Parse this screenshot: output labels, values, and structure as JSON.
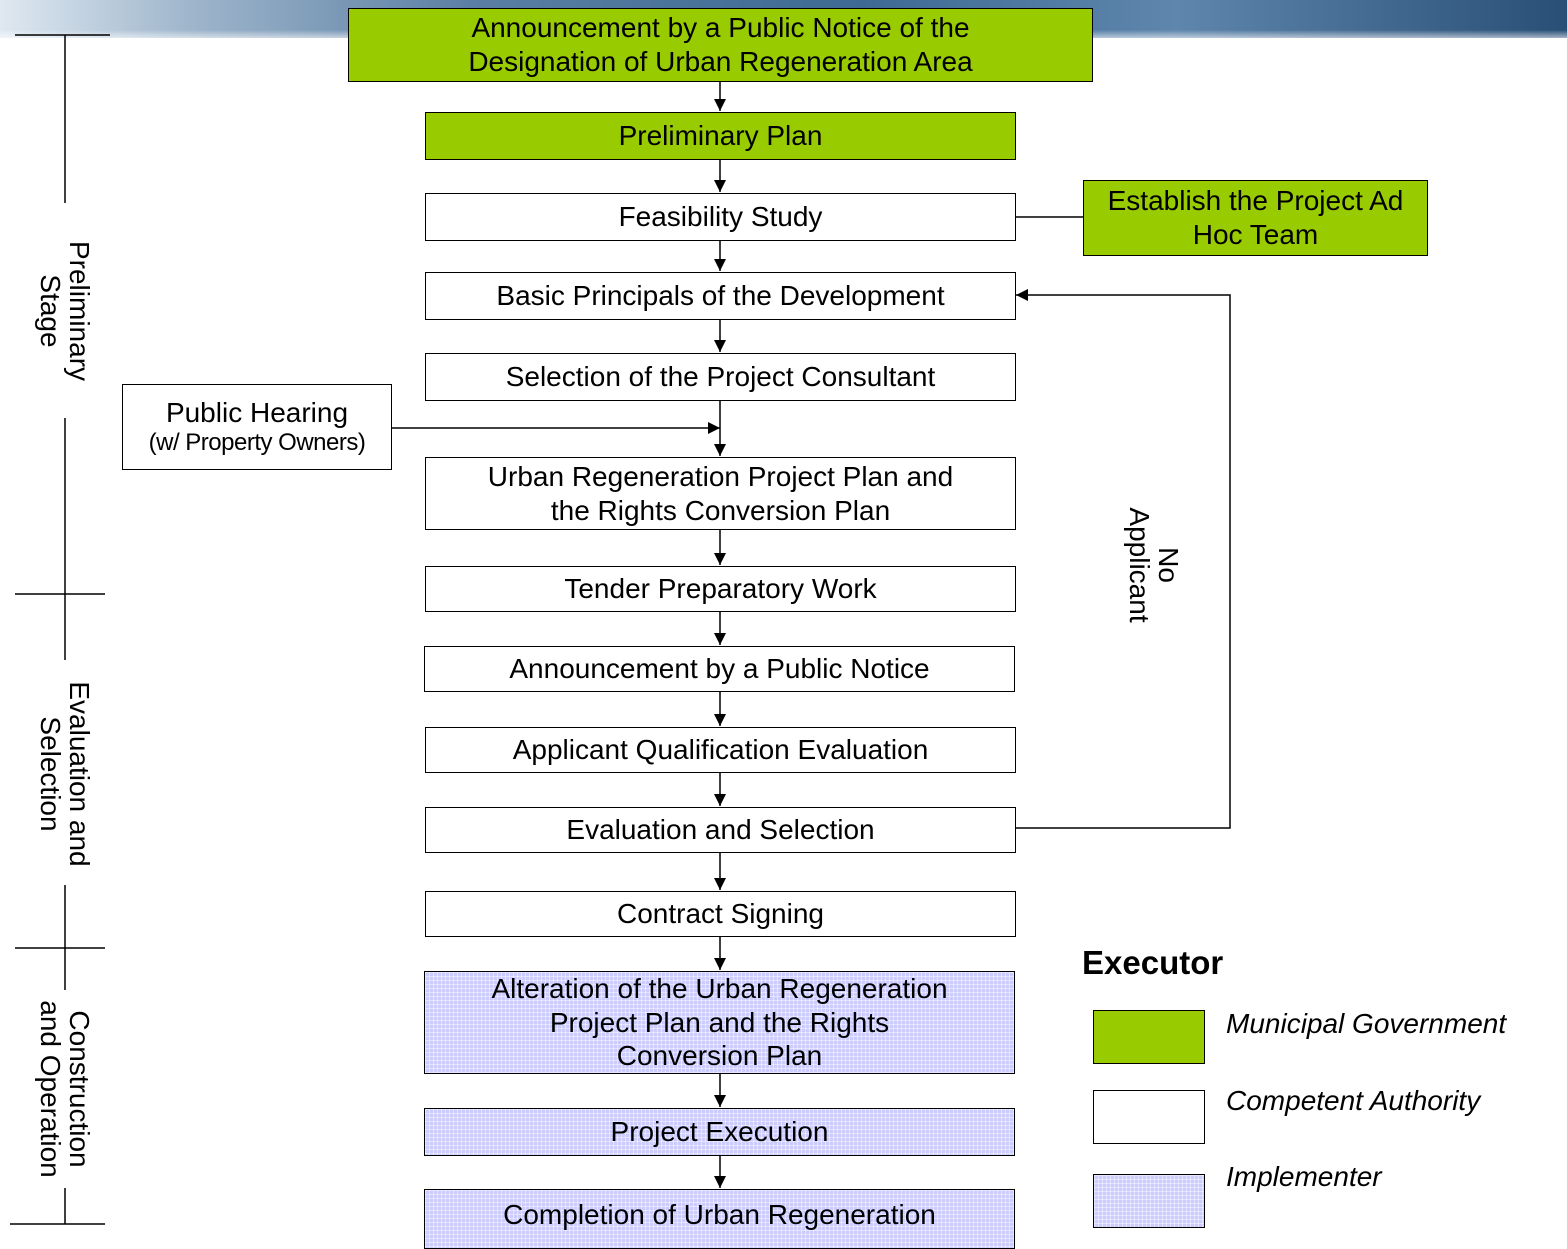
{
  "steps": [
    {
      "id": "announcement_designation",
      "lines": [
        "Announcement by a Public Notice of the",
        "Designation of Urban Regeneration Area"
      ],
      "executor": "municipal"
    },
    {
      "id": "preliminary_plan",
      "lines": [
        "Preliminary Plan"
      ],
      "executor": "municipal"
    },
    {
      "id": "feasibility_study",
      "lines": [
        "Feasibility Study"
      ],
      "executor": "competent"
    },
    {
      "id": "basic_principals",
      "lines": [
        "Basic Principals of the Development"
      ],
      "executor": "competent"
    },
    {
      "id": "selection_consultant",
      "lines": [
        "Selection of the Project Consultant"
      ],
      "executor": "competent"
    },
    {
      "id": "project_plan",
      "lines": [
        "Urban Regeneration Project Plan and",
        "the Rights Conversion Plan"
      ],
      "executor": "competent"
    },
    {
      "id": "tender_work",
      "lines": [
        "Tender Preparatory Work"
      ],
      "executor": "competent"
    },
    {
      "id": "announcement_notice",
      "lines": [
        "Announcement by a Public Notice"
      ],
      "executor": "competent"
    },
    {
      "id": "qualification",
      "lines": [
        "Applicant Qualification Evaluation"
      ],
      "executor": "competent"
    },
    {
      "id": "evaluation_selection",
      "lines": [
        "Evaluation and Selection"
      ],
      "executor": "competent"
    },
    {
      "id": "contract_signing",
      "lines": [
        "Contract Signing"
      ],
      "executor": "competent"
    },
    {
      "id": "alteration",
      "lines": [
        "Alteration of the Urban Regeneration",
        "Project Plan and the Rights",
        "Conversion Plan"
      ],
      "executor": "implementer"
    },
    {
      "id": "project_execution",
      "lines": [
        "Project Execution"
      ],
      "executor": "implementer"
    },
    {
      "id": "completion",
      "lines": [
        "Completion of Urban Regeneration"
      ],
      "executor": "implementer"
    }
  ],
  "side_boxes": {
    "ad_hoc_team": {
      "lines": [
        "Establish the Project Ad",
        "Hoc Team"
      ],
      "executor": "municipal"
    },
    "public_hearing": {
      "lines": [
        "Public Hearing",
        "(w/ Property Owners)"
      ],
      "executor": "competent"
    }
  },
  "feedback_label": "No Applicant",
  "feedback_label_lines": [
    "No",
    "Applicant"
  ],
  "stages": [
    {
      "id": "preliminary",
      "lines": [
        "Preliminary",
        "Stage"
      ]
    },
    {
      "id": "evaluation",
      "lines": [
        "Evaluation and",
        "Selection"
      ]
    },
    {
      "id": "construction",
      "lines": [
        "Construction",
        "and Operation"
      ]
    }
  ],
  "legend": {
    "title": "Executor",
    "items": [
      {
        "key": "municipal",
        "label": "Municipal Government",
        "color": "#99cc00"
      },
      {
        "key": "competent",
        "label": "Competent Authority",
        "color": "#ffffff"
      },
      {
        "key": "implementer",
        "label": "Implementer",
        "color": "#ccccff"
      }
    ]
  },
  "colors": {
    "municipal": "#99cc00",
    "competent": "#ffffff",
    "implementer": "#ccccff",
    "line": "#000000"
  }
}
